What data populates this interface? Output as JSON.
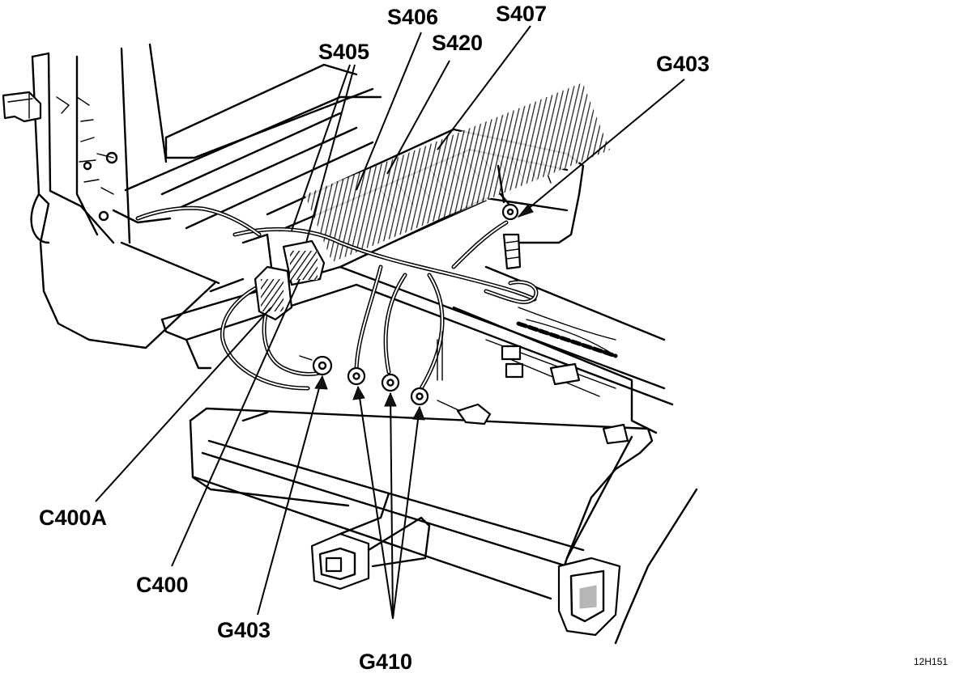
{
  "figure_id": "12H151",
  "callouts": {
    "s405": "S405",
    "s406": "S406",
    "s420": "S420",
    "s407": "S407",
    "g403_top": "G403",
    "c400a": "C400A",
    "c400": "C400",
    "g403_bottom": "G403",
    "g410": "G410"
  }
}
